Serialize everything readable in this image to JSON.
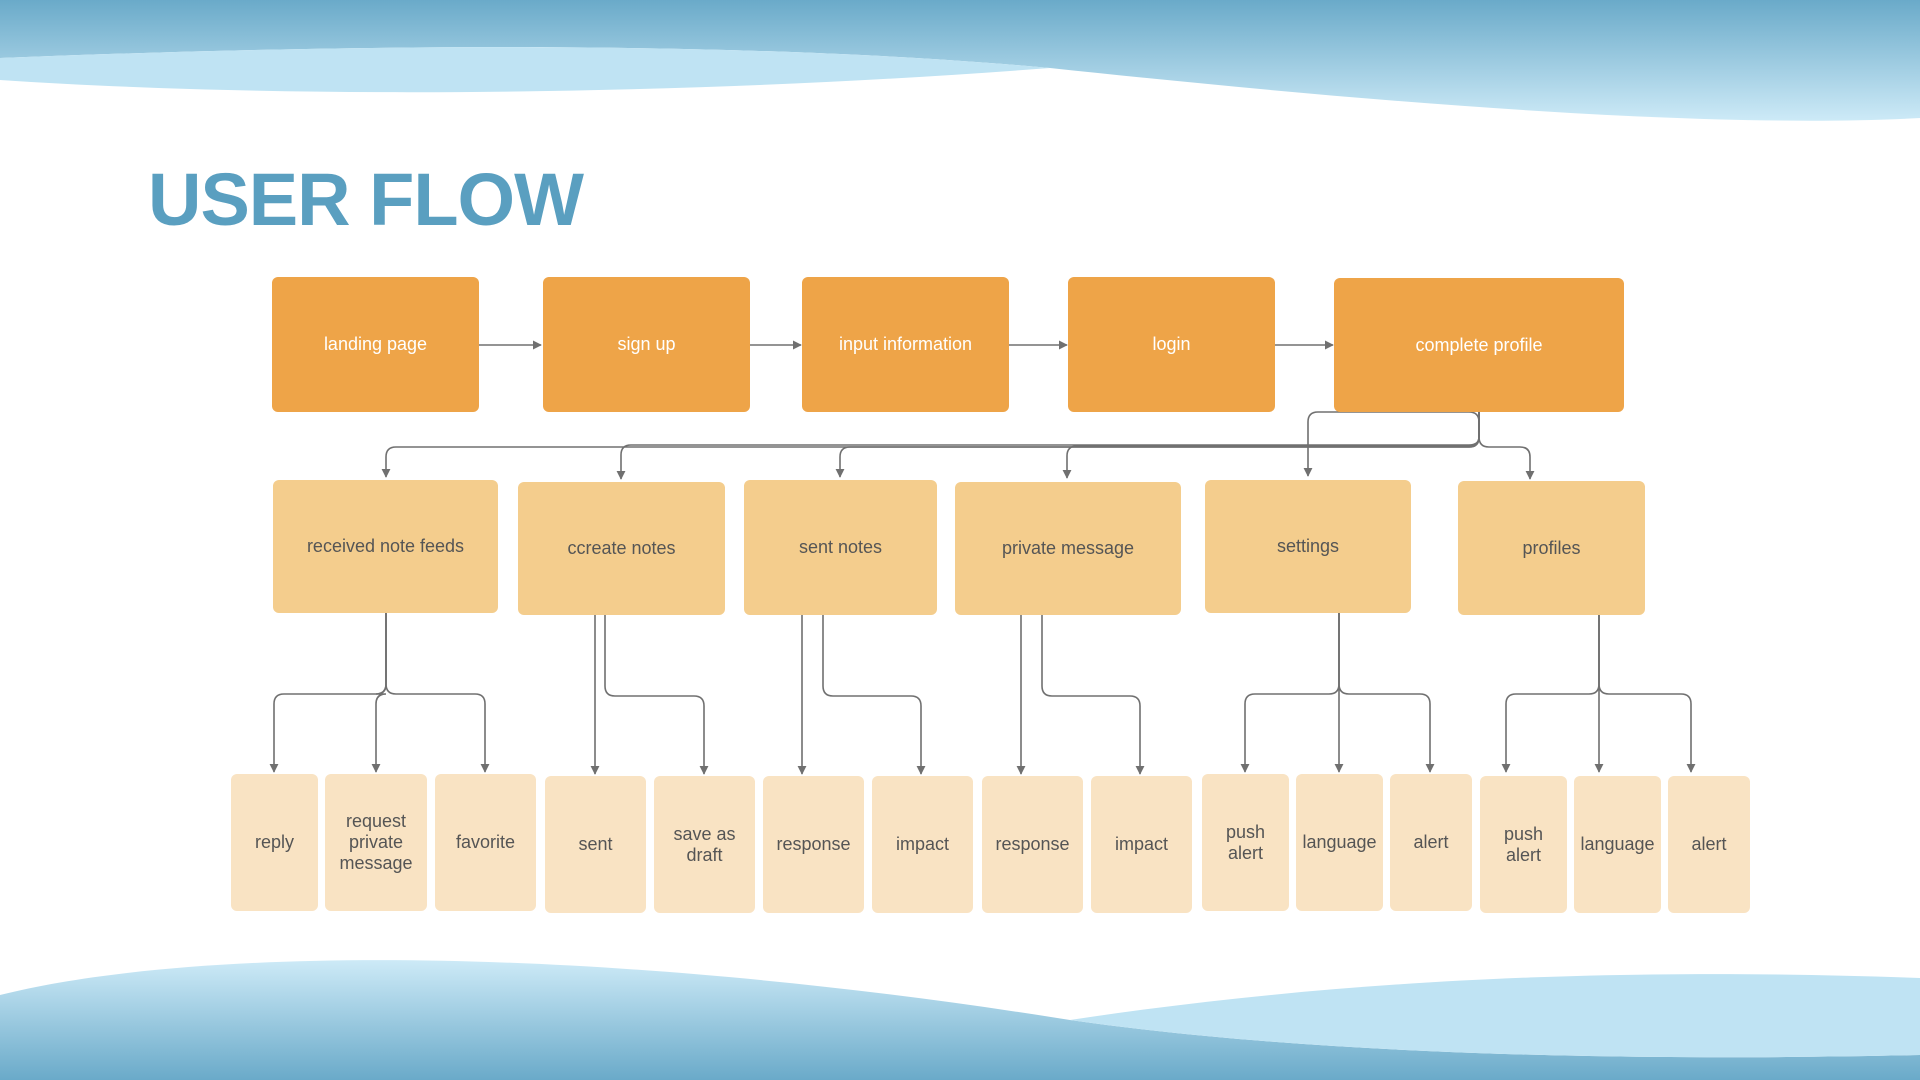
{
  "title": "USER FLOW",
  "colors": {
    "title": "#5a9fc0",
    "primary_step": "#eea448",
    "feature": "#f4cd8d",
    "action": "#f9e3c3",
    "connector": "#707070",
    "wave_dark": "#6aaac9",
    "wave_light": "#bfe3f3"
  },
  "main_flow": [
    "landing page",
    "sign up",
    "input information",
    "login",
    "complete profile"
  ],
  "features": [
    "received note feeds",
    "ccreate notes",
    "sent notes",
    "private message",
    "settings",
    "profiles"
  ],
  "actions": {
    "received_note_feeds": [
      "reply",
      "request\nprivate\nmessage",
      "favorite"
    ],
    "ccreate_notes": [
      "sent",
      "save as\ndraft"
    ],
    "sent_notes": [
      "response",
      "impact"
    ],
    "private_message": [
      "response",
      "impact"
    ],
    "settings": [
      "push\nalert",
      "language",
      "alert"
    ],
    "profiles": [
      "push\nalert",
      "language",
      "alert"
    ]
  }
}
